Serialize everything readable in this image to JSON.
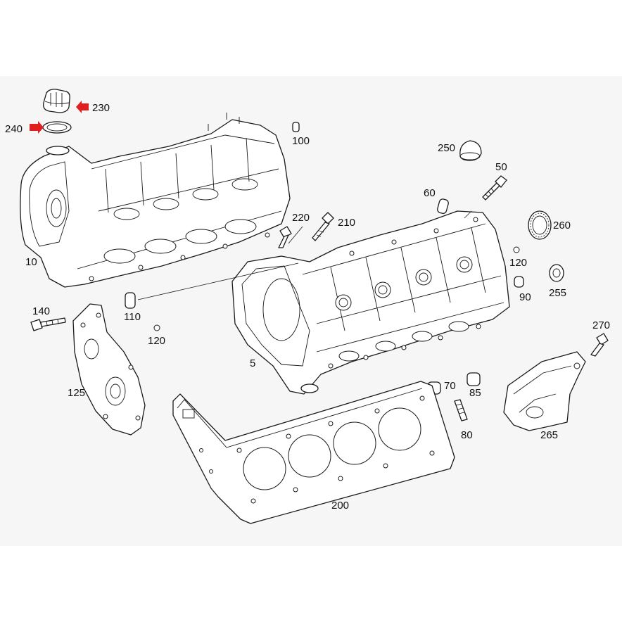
{
  "diagram": {
    "part_numbers": {
      "p5": "5",
      "p10": "10",
      "p50": "50",
      "p60": "60",
      "p70": "70",
      "p80": "80",
      "p85": "85",
      "p90": "90",
      "p100": "100",
      "p110": "110",
      "p120a": "120",
      "p120b": "120",
      "p125": "125",
      "p140": "140",
      "p200": "200",
      "p210": "210",
      "p220": "220",
      "p230": "230",
      "p240": "240",
      "p250": "250",
      "p255": "255",
      "p260": "260",
      "p265": "265",
      "p270": "270"
    },
    "highlighted_parts": [
      "230",
      "240"
    ],
    "colors": {
      "background": "#ffffff",
      "panel": "#f6f6f6",
      "line": "#1a1a1a",
      "highlight_arrow": "#e02020"
    }
  }
}
